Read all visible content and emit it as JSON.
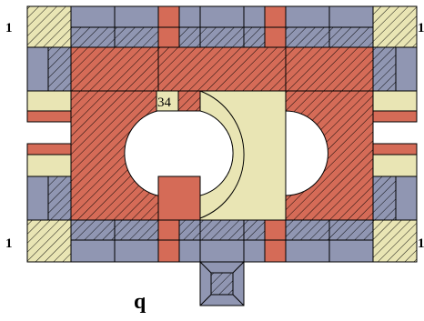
{
  "colors": {
    "purple_gray": "#9096b2",
    "brick_red": "#d56b57",
    "cream": "#e9e5b4",
    "outline": "#000000",
    "background": "#ffffff"
  },
  "labels": {
    "corner_top_left": "1",
    "corner_top_right": "1",
    "corner_bottom_left": "1",
    "corner_bottom_right": "1",
    "room_number": "34",
    "caption": "q"
  }
}
